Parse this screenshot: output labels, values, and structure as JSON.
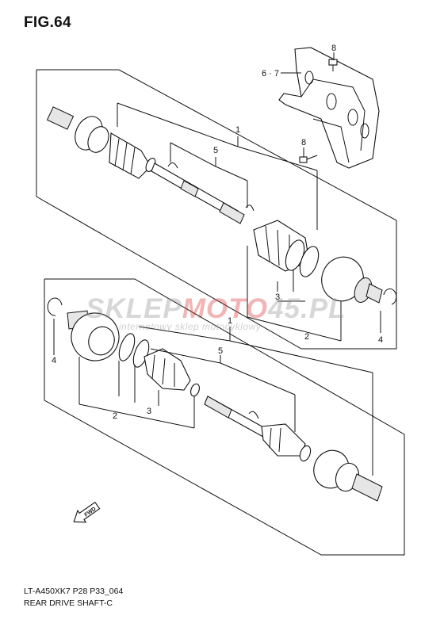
{
  "figure": {
    "title": "FIG.64",
    "model_code": "LT-A450XK7 P28 P33_064",
    "description": "REAR DRIVE SHAFT-C"
  },
  "callouts": {
    "upper_assembly": "1",
    "lower_assembly": "1",
    "upper_boot_set": "2",
    "lower_boot_set": "2",
    "upper_boot_kit": "3",
    "lower_boot_kit": "3",
    "upper_circlip": "4",
    "lower_circlip": "4",
    "upper_joint_set": "5",
    "lower_joint_set": "5",
    "guard": "6 · 7",
    "bolt_top": "8",
    "bolt_bottom": "8"
  },
  "arrow_label": "FWD",
  "watermark": {
    "brand_part1": "SKLEP",
    "brand_part2": "MOTO",
    "brand_part3": "45",
    "brand_part4": ".PL",
    "tagline": "internetowy sklep motocyklowy"
  }
}
